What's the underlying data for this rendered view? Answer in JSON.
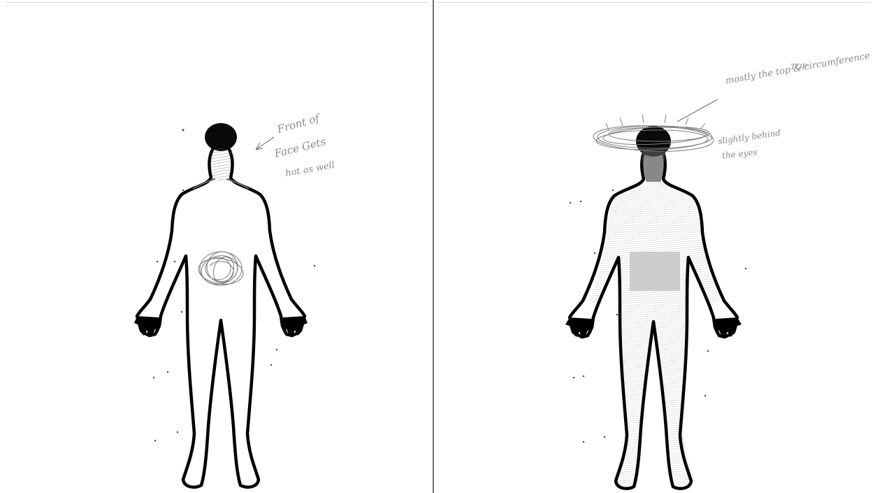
{
  "left_panel": {
    "annotation": [
      "Front of",
      "Face Gets",
      "hot as well"
    ]
  },
  "right_panel": {
    "annotation_top": "TOP",
    "annotation_main": "mostly the top & circumference",
    "annotation_eyes": [
      "slightly behind",
      "the eyes"
    ]
  },
  "colors": {
    "outline": "#000000",
    "pencil": "#8a8a8a",
    "divider": "#6e6e6e"
  }
}
